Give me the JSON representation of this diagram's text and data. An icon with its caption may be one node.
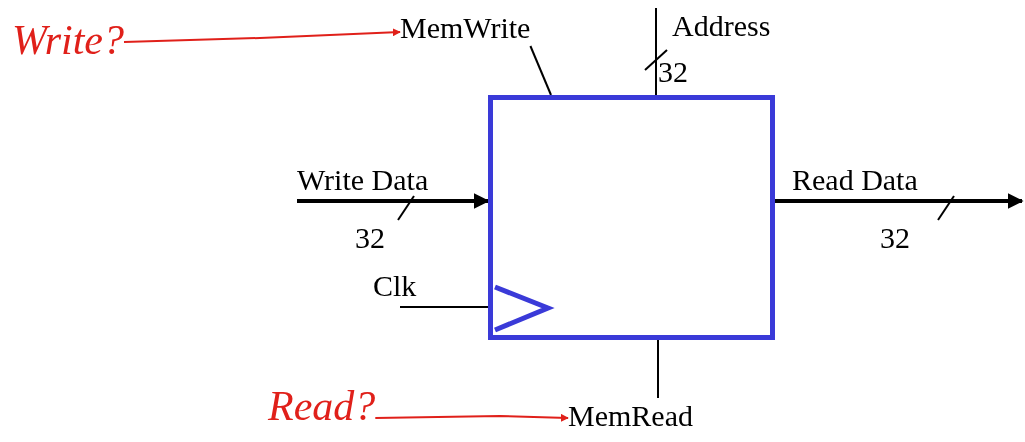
{
  "diagram": {
    "nodes": [
      {
        "text": [
          "Write?"
        ]
      },
      {
        "text": [
          "MemWrite"
        ]
      },
      {
        "text": [],
        "shape": "box"
      },
      {
        "text": [
          "Read?"
        ]
      },
      {
        "text": [
          "MemRead"
        ]
      }
    ],
    "edges": [
      {
        "from": 0,
        "to": 1,
        "arrow": "to",
        "color": "#e0201a"
      },
      {
        "from": 1,
        "to": 2,
        "arrow": "none"
      },
      {
        "from": null,
        "to": 2,
        "arrow": "none",
        "label": "Address"
      },
      {
        "from": null,
        "to": 2,
        "arrow": "to",
        "label": "Write Data",
        "style": "thick"
      },
      {
        "from": 2,
        "to": null,
        "arrow": "to",
        "label": "Read Data",
        "style": "thick"
      },
      {
        "from": null,
        "to": 2,
        "arrow": "none",
        "label": "Clk"
      },
      {
        "from": 2,
        "to": 4,
        "arrow": "none"
      },
      {
        "from": 3,
        "to": 4,
        "arrow": "to",
        "color": "#e0201a"
      }
    ],
    "labels": [
      "32",
      "32",
      "32"
    ]
  }
}
